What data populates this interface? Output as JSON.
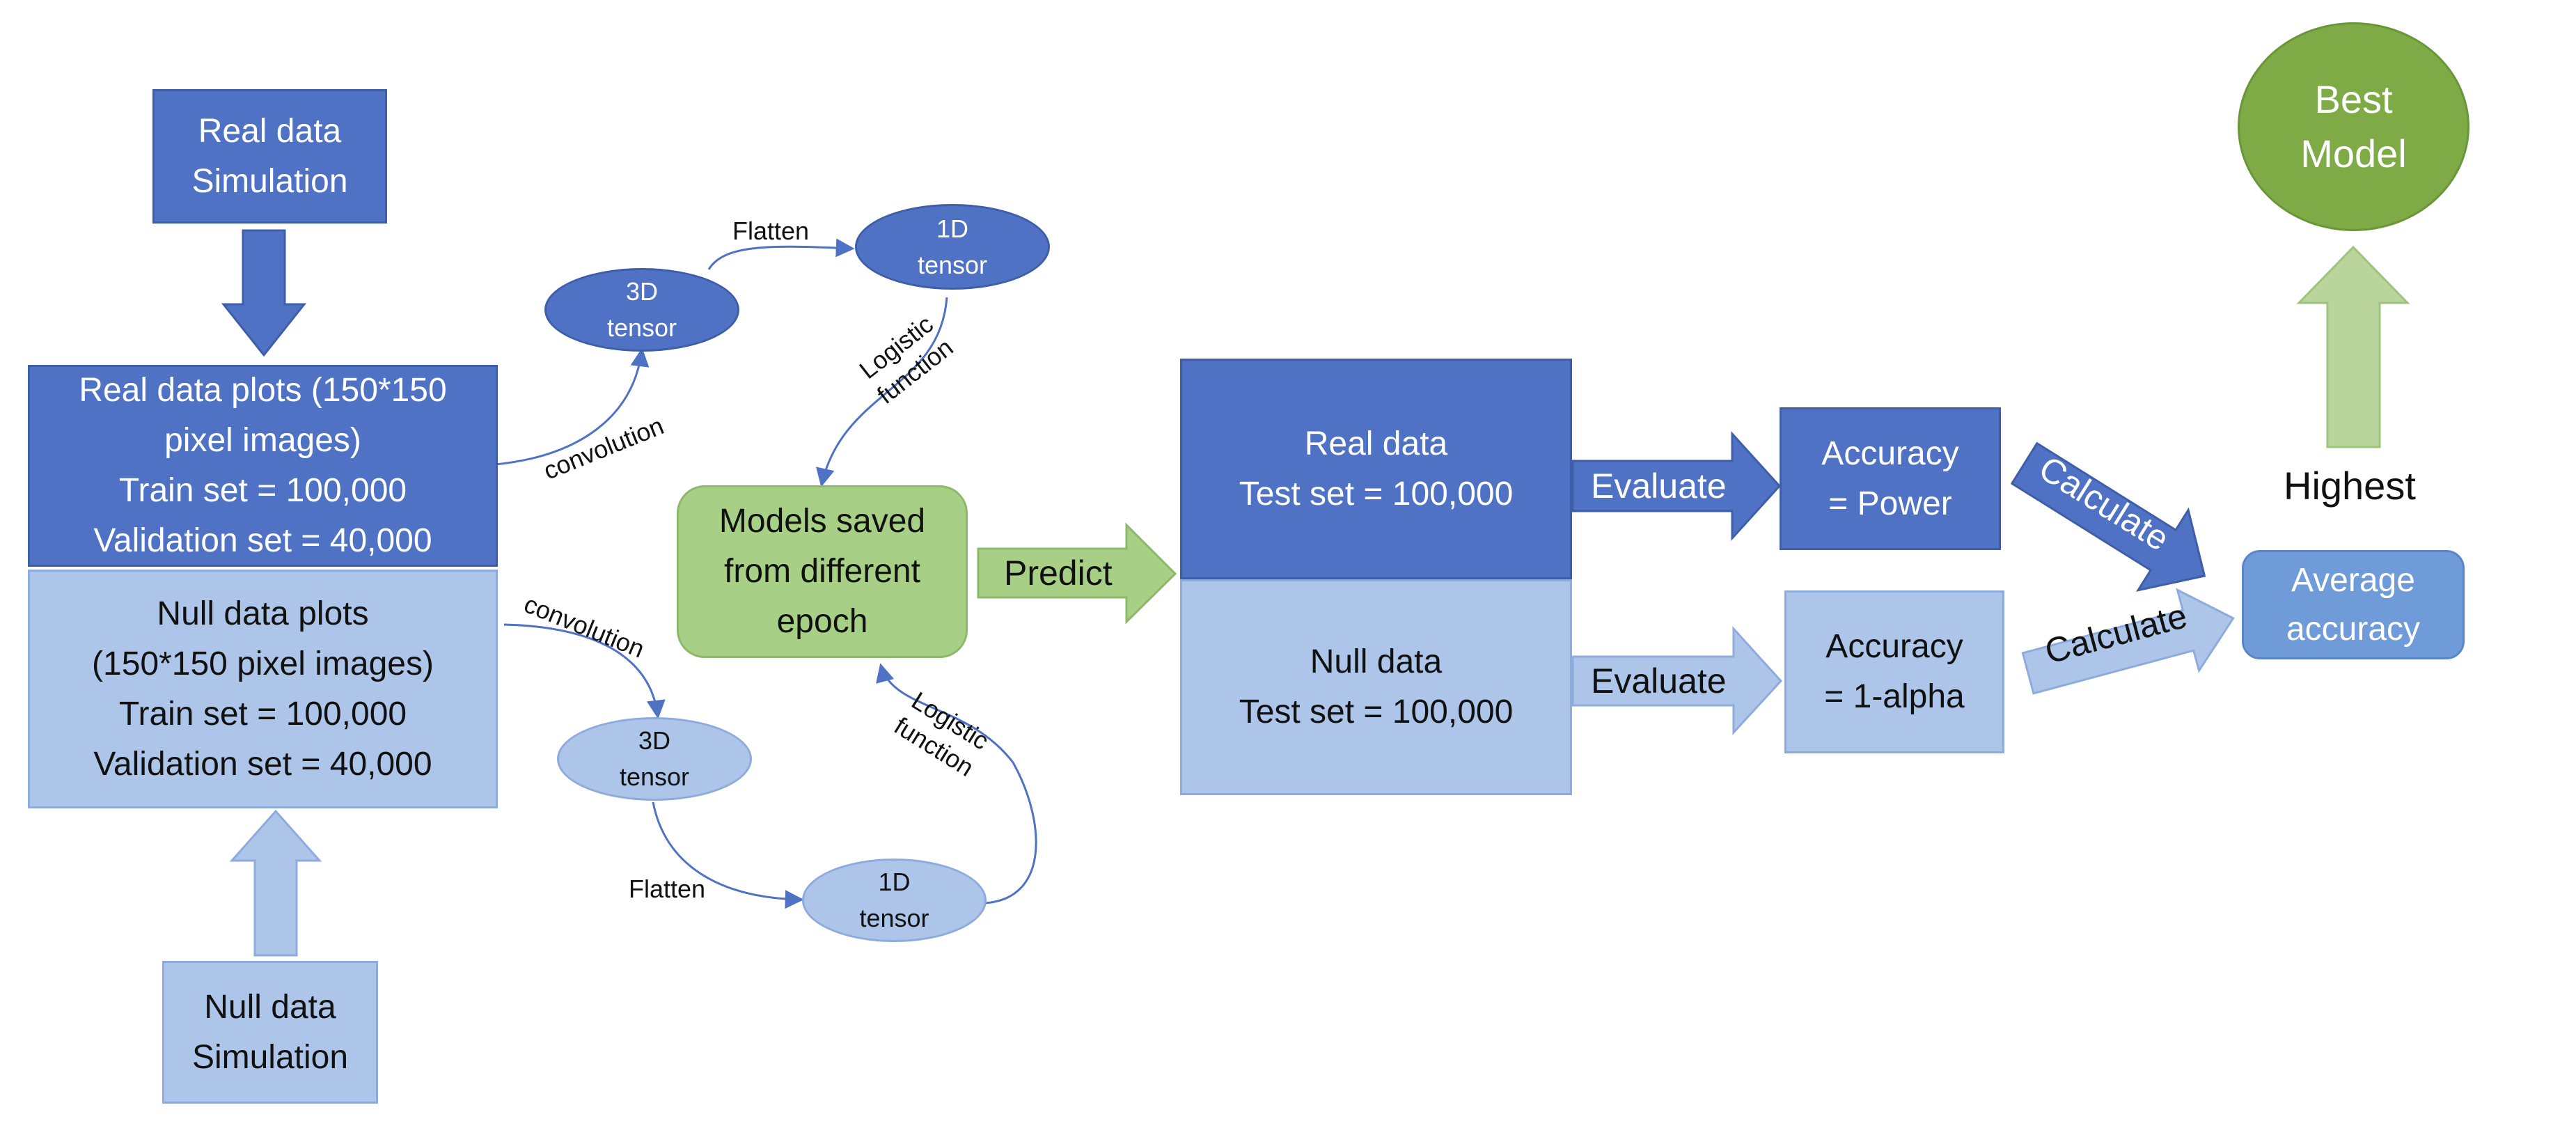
{
  "colors": {
    "dark_blue": "#4f72c4",
    "light_blue": "#adc5e9",
    "green": "#a7cf85",
    "best_green": "#7eab46",
    "mid_blue": "#6f9bd8",
    "connector": "#4f72c4"
  },
  "nodes": {
    "real_sim": {
      "lines": [
        "Real data",
        "Simulation"
      ]
    },
    "real_plots": {
      "lines": [
        "Real data plots (150*150",
        "pixel images)",
        "Train set = 100,000",
        "Validation set =  40,000"
      ]
    },
    "null_plots": {
      "lines": [
        "Null data plots",
        "(150*150 pixel images)",
        "Train set = 100,000",
        "Validation set =  40,000"
      ]
    },
    "null_sim": {
      "lines": [
        "Null data",
        "Simulation"
      ]
    },
    "tensor3d_top": {
      "lines": [
        "3D",
        "tensor"
      ]
    },
    "tensor1d_top": {
      "lines": [
        "1D",
        "tensor"
      ]
    },
    "tensor3d_bottom": {
      "lines": [
        "3D",
        "tensor"
      ]
    },
    "tensor1d_bottom": {
      "lines": [
        "1D",
        "tensor"
      ]
    },
    "models": {
      "lines": [
        "Models saved",
        "from different",
        "epoch"
      ]
    },
    "real_test": {
      "lines": [
        "Real data",
        "Test set = 100,000"
      ]
    },
    "null_test": {
      "lines": [
        "Null data",
        "Test set = 100,000"
      ]
    },
    "acc_power": {
      "lines": [
        "Accuracy",
        "= Power"
      ]
    },
    "acc_alpha": {
      "lines": [
        "Accuracy",
        "= 1-alpha"
      ]
    },
    "avg_acc": {
      "lines": [
        "Average",
        "accuracy"
      ]
    },
    "best_model": {
      "lines": [
        "Best",
        "Model"
      ]
    }
  },
  "edges": {
    "convolution_top": "convolution",
    "flatten_top": "Flatten",
    "logistic_top": [
      "Logistic",
      "function"
    ],
    "convolution_bottom": "convolution",
    "flatten_bottom": "Flatten",
    "logistic_bottom": [
      "Logistic",
      "function"
    ],
    "predict": "Predict",
    "evaluate_real": "Evaluate",
    "evaluate_null": "Evaluate",
    "calculate_power": "Calculate",
    "calculate_alpha": "Calculate",
    "highest": "Highest"
  }
}
